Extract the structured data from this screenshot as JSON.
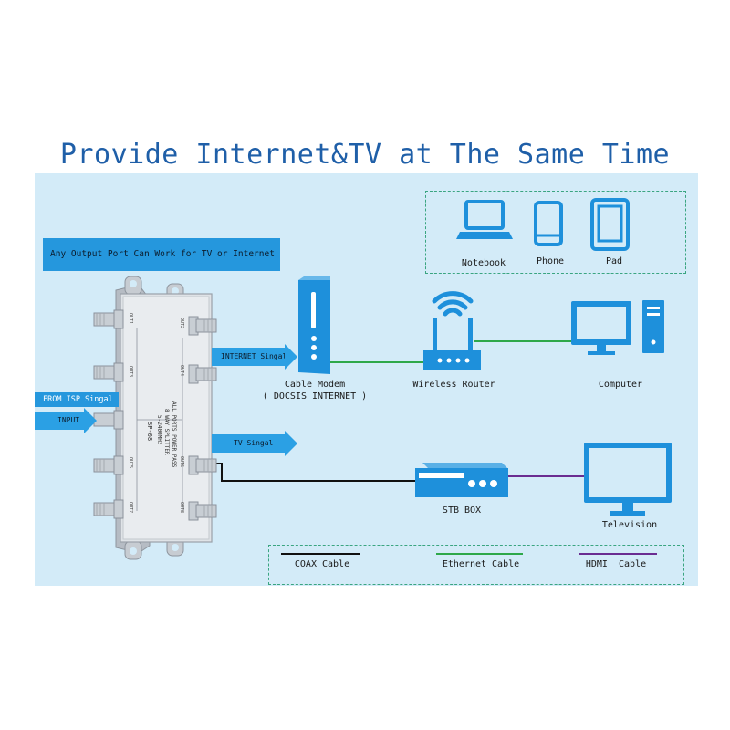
{
  "headline": "Provide Internet&TV at The Same Time",
  "banner": "Any Output Port Can Work for TV or Internet",
  "isp_label": "FROM ISP Singal",
  "input_label": "INPUT",
  "internet_signal": "INTERNET Singal",
  "tv_signal": "TV Singal",
  "splitter": {
    "model": "SP-08",
    "freq": "5-2400MHz",
    "desc": "8 WAY SPLITTER",
    "power": "ALL PORTS POWER PASS",
    "ports": [
      "OUT1",
      "OUT2",
      "OUT3",
      "OUT4",
      "OUT5",
      "OUT6",
      "OUT7",
      "OUT8"
    ]
  },
  "devices": {
    "modem": "Cable Modem",
    "modem_sub": "( DOCSIS INTERNET )",
    "router": "Wireless Router",
    "computer": "Computer",
    "stb": "STB BOX",
    "tv": "Television"
  },
  "wireless_devices": [
    "Notebook",
    "Phone",
    "Pad"
  ],
  "legend": {
    "coax": "COAX Cable",
    "ethernet": "Ethernet Cable",
    "hdmi": "HDMI  Cable"
  },
  "colors": {
    "headline": "#1f5fa8",
    "panel": "#d3ebf8",
    "device_blue": "#1e90db",
    "coax": "#111111",
    "ethernet": "#2ea84a",
    "hdmi": "#6a2c91"
  }
}
